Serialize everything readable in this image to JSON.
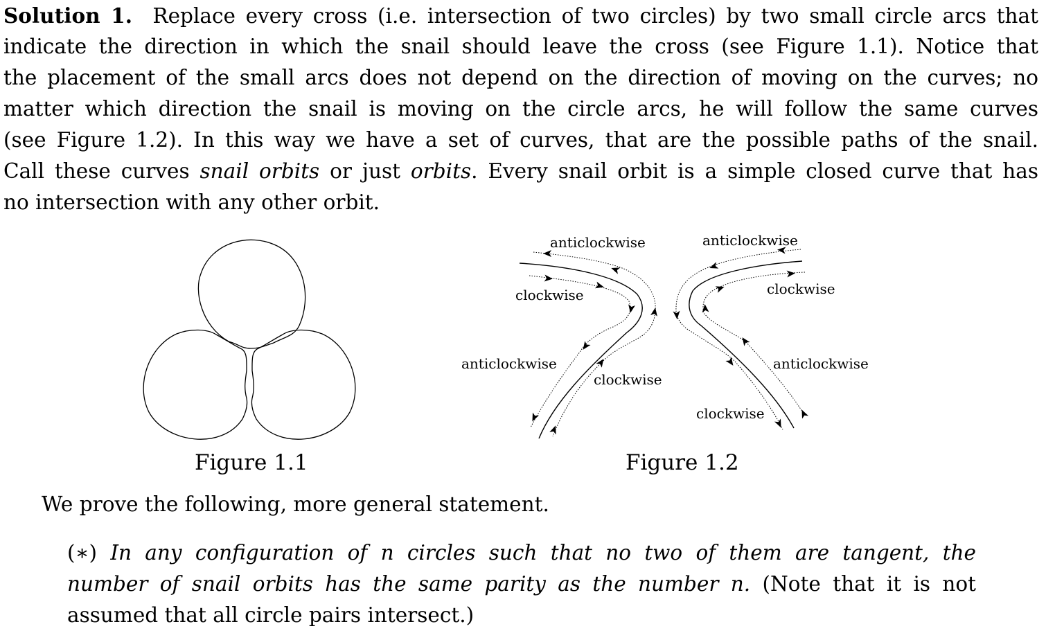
{
  "solution": {
    "heading": "Solution 1.",
    "lines": [
      "Replace every cross (i.e. intersection of two circles) by two small circle arcs that",
      "indicate the direction in which the snail should leave the cross (see Figure 1.1). Notice that",
      "the placement of the small arcs does not depend on the direction of moving on the curves; no",
      "matter which direction the snail is moving on the circle arcs, he will follow the same curves",
      "(see Figure 1.2). In this way we have a set of curves, that are the possible paths of the snail."
    ],
    "line6": {
      "a": "Call these curves ",
      "b": "snail orbits",
      "c": " or just ",
      "d": "orbits",
      "e": ". Every snail orbit is a simple closed curve that has"
    },
    "line7": "no intersection with any other orbit."
  },
  "figures": {
    "fig1_caption": "Figure 1.1",
    "fig2_caption": "Figure 1.2",
    "fig2_labels": {
      "top_left_outer": "anticlockwise",
      "top_left_inner": "clockwise",
      "bottom_left_outer": "anticlockwise",
      "bottom_left_inner": "clockwise",
      "top_right_outer": "anticlockwise",
      "top_right_inner": "clockwise",
      "bottom_right_inner": "anticlockwise",
      "bottom_right_outer": "clockwise"
    }
  },
  "statement_intro": "We prove the following, more general statement.",
  "statement": {
    "l1": {
      "a": "(∗) ",
      "b": "In any configuration of n circles such that no two of them are tangent, the"
    },
    "l2": {
      "a": "number of snail orbits has the same parity as the number n.",
      "b": " (Note that it is not"
    },
    "l3": "assumed that all circle pairs intersect.)"
  }
}
